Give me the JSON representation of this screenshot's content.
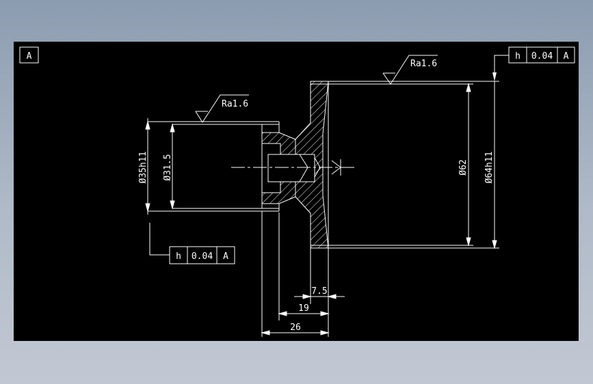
{
  "datum_label": "A",
  "fcf_top": {
    "symbol": "h",
    "value": "0.04",
    "datum": "A"
  },
  "fcf_bottom": {
    "symbol": "h",
    "value": "0.04",
    "datum": "A"
  },
  "roughness": {
    "top": "Ra1.6",
    "left": "Ra1.6"
  },
  "dimensions": {
    "d_outer_small": "Ø35h11",
    "d_inner_small": "Ø31.5",
    "d_inner_big": "Ø62",
    "d_outer_big": "Ø64h11",
    "len_7_5": "7.5",
    "len_19": "19",
    "len_26": "26"
  }
}
